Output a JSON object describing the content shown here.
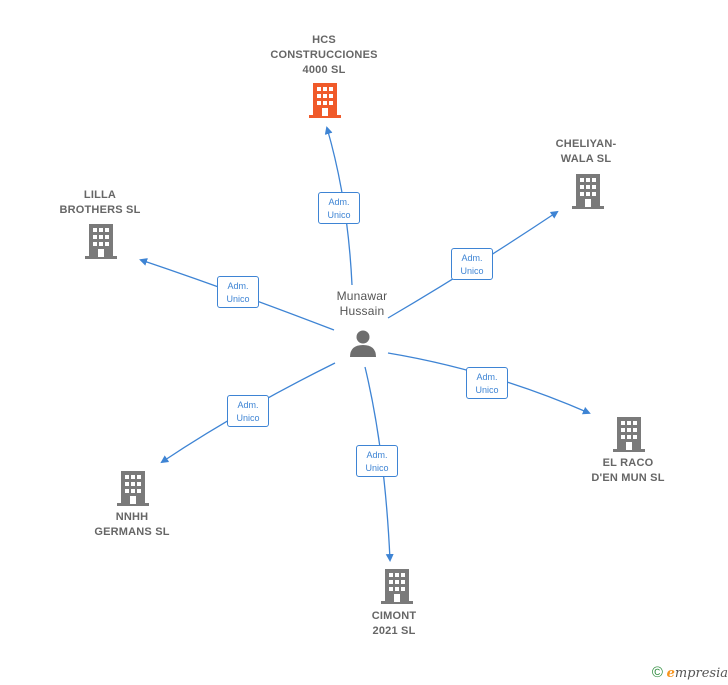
{
  "person": {
    "name": "Munawar\nHussain",
    "icon": "person-icon"
  },
  "relation_label": "Adm.\nUnico",
  "companies": [
    {
      "id": "hcs",
      "name": "HCS\nCONSTRUCCIONES\n4000  SL",
      "color": "#f05a2a"
    },
    {
      "id": "cheliyan",
      "name": "CHELIYAN-\nWALA  SL",
      "color": "#7a7a7a"
    },
    {
      "id": "lilla",
      "name": "LILLA\nBROTHERS  SL",
      "color": "#7a7a7a"
    },
    {
      "id": "elraco",
      "name": "EL RACO\nD'EN MUN  SL",
      "color": "#7a7a7a"
    },
    {
      "id": "nnhh",
      "name": "NNHH\nGERMANS  SL",
      "color": "#7a7a7a"
    },
    {
      "id": "cimont",
      "name": "CIMONT\n2021  SL",
      "color": "#7a7a7a"
    }
  ],
  "edge_color": "#3e84d4",
  "footer": {
    "symbol": "©",
    "brand_initial": "e",
    "brand_rest": "mpresia"
  }
}
